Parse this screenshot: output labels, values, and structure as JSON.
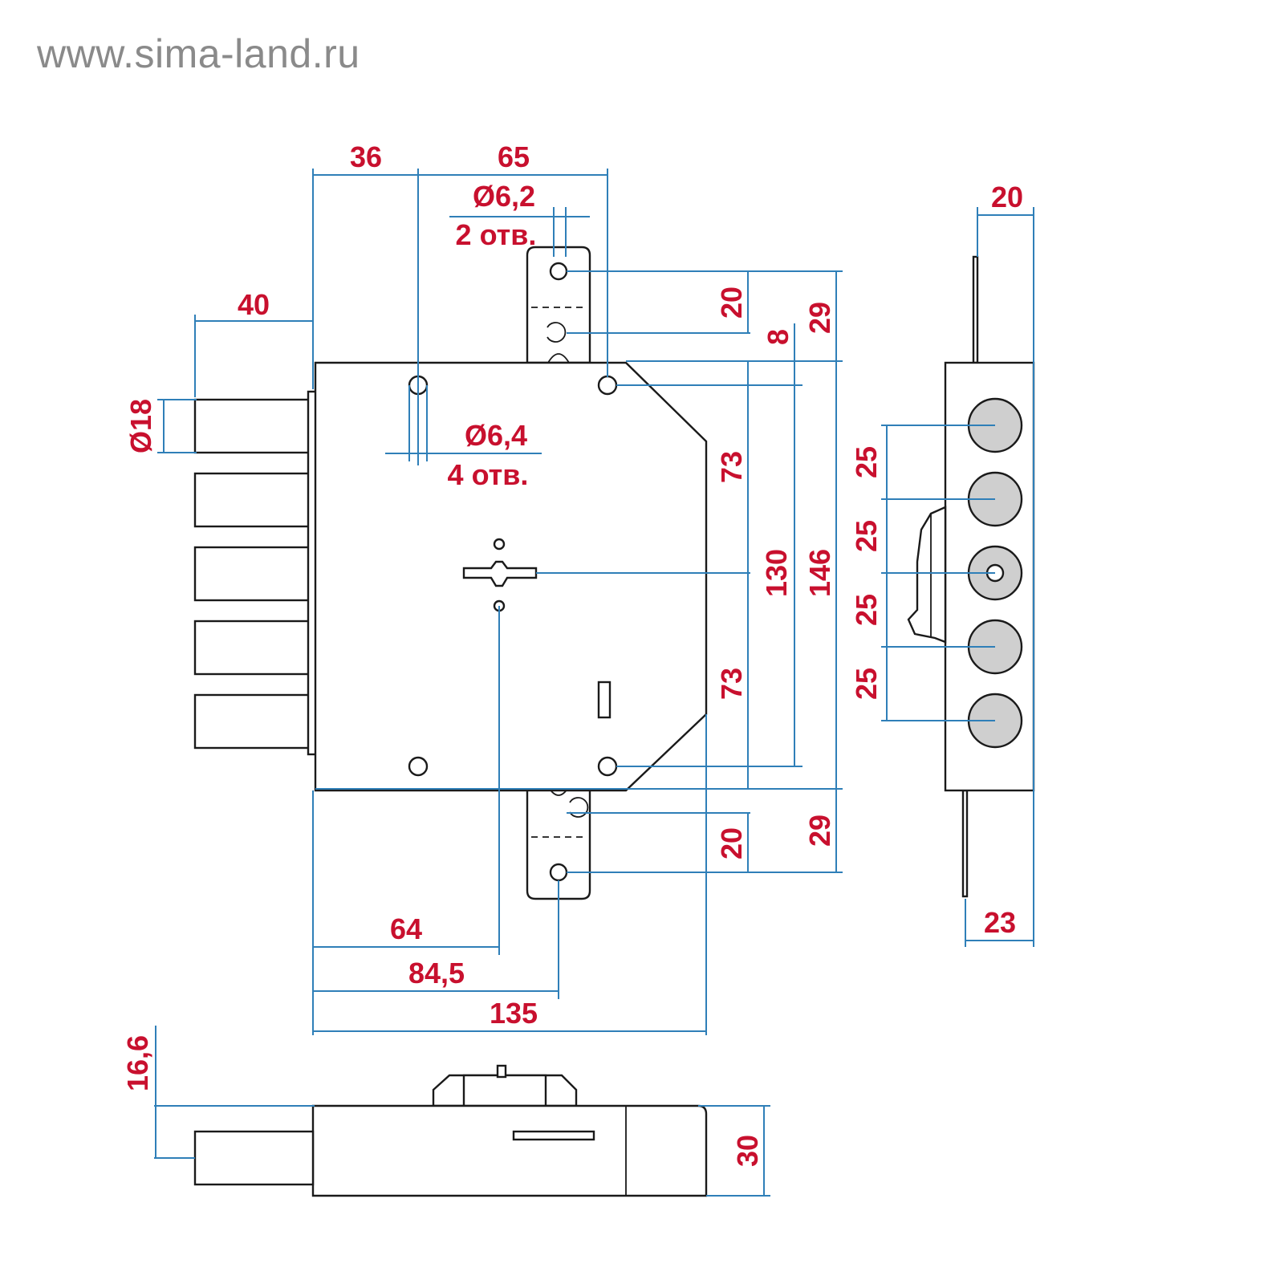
{
  "watermark": "www.sima-land.ru",
  "colors": {
    "dimension_line": "#2f7fb8",
    "dimension_text": "#c8102e",
    "outline": "#1a1a1a",
    "bolt_fill": "#cfcfcf"
  },
  "dimensions": {
    "d_36": "36",
    "d_65": "65",
    "d_hole_top": "Ø6,2",
    "d_holes_top_count": "2 отв.",
    "d_40": "40",
    "d_bolt_dia": "Ø18",
    "d_hole_body": "Ø6,4",
    "d_holes_body_count": "4 отв.",
    "d_20_top": "20",
    "d_8": "8",
    "d_29_top": "29",
    "d_73_top": "73",
    "d_130": "130",
    "d_146": "146",
    "d_73_bottom": "73",
    "d_20_bottom": "20",
    "d_29_bottom": "29",
    "d_64": "64",
    "d_84_5": "84,5",
    "d_135": "135",
    "d_side_20": "20",
    "d_pitch_1": "25",
    "d_pitch_2": "25",
    "d_pitch_3": "25",
    "d_pitch_4": "25",
    "d_side_23": "23",
    "d_16_6": "16,6",
    "d_30": "30"
  }
}
